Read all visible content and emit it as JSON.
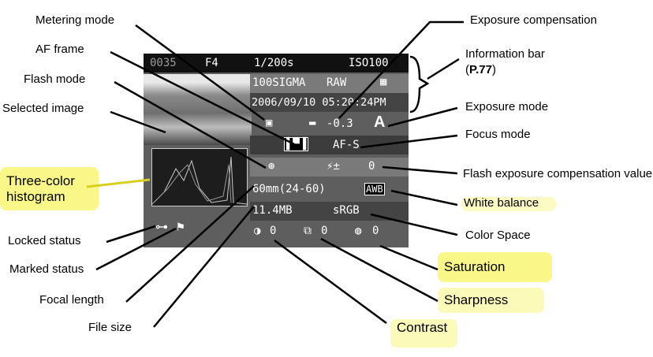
{
  "screen": {
    "frame": "0035",
    "aperture": "F4",
    "shutter": "1/200s",
    "iso": "ISO100",
    "folder": "100SIGMA",
    "quality": "RAW",
    "datetime": "2006/09/10 05:20:24PM",
    "exposure_comp": "-0.3",
    "exposure_mode": "A",
    "focus_mode": "AF-S",
    "flash_comp": "0",
    "focal_length": "60mm(24-60)",
    "white_balance": "AWB",
    "file_size": "11.4MB",
    "color_space": "sRGB",
    "contrast": "0",
    "sharpness": "0",
    "saturation": "0"
  },
  "labels": {
    "metering_mode": "Metering mode",
    "af_frame": "AF frame",
    "flash_mode": "Flash mode",
    "selected_image": "Selected image",
    "histogram_1": "Three-color",
    "histogram_2": "histogram",
    "locked_status": "Locked status",
    "marked_status": "Marked status",
    "focal_length": "Focal length",
    "file_size": "File size",
    "contrast": "Contrast",
    "sharpness": "Sharpness",
    "saturation": "Saturation",
    "color_space": "Color Space",
    "white_balance": "White balance",
    "flash_comp": "Flash exposure compensation value",
    "focus_mode": "Focus mode",
    "exposure_mode": "Exposure mode",
    "information_bar": "Information bar",
    "page_ref_open": "(",
    "page_ref": "P.77",
    "page_ref_close": ")",
    "exposure_comp": "Exposure compensation"
  },
  "highlight_color": "#f5f028"
}
